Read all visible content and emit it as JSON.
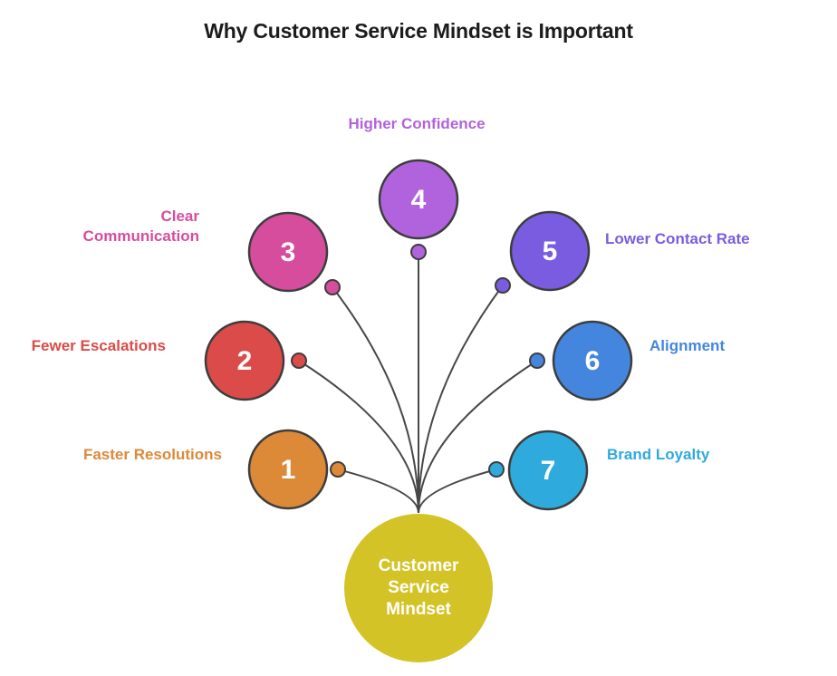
{
  "title": "Why Customer Service Mindset is Important",
  "center_node": {
    "label": "Customer\nService\nMindset",
    "color": "#d3c327",
    "text_color": "#ffffff"
  },
  "items": [
    {
      "number": "1",
      "label": "Faster Resolutions",
      "color": "#dc8938"
    },
    {
      "number": "2",
      "label": "Fewer Escalations",
      "color": "#da4b49"
    },
    {
      "number": "3",
      "label": "Clear\nCommunication",
      "color": "#d64d9e"
    },
    {
      "number": "4",
      "label": "Higher Confidence",
      "color": "#b163de"
    },
    {
      "number": "5",
      "label": "Lower Contact Rate",
      "color": "#7a5ce0"
    },
    {
      "number": "6",
      "label": "Alignment",
      "color": "#4486de"
    },
    {
      "number": "7",
      "label": "Brand Loyalty",
      "color": "#2faadc"
    }
  ],
  "styles": {
    "connector_color": "#474747",
    "node_outline_color": "#3d3d3d",
    "number_text_color": "#ffffff",
    "title_color": "#1c1c1c",
    "background": "#ffffff"
  }
}
